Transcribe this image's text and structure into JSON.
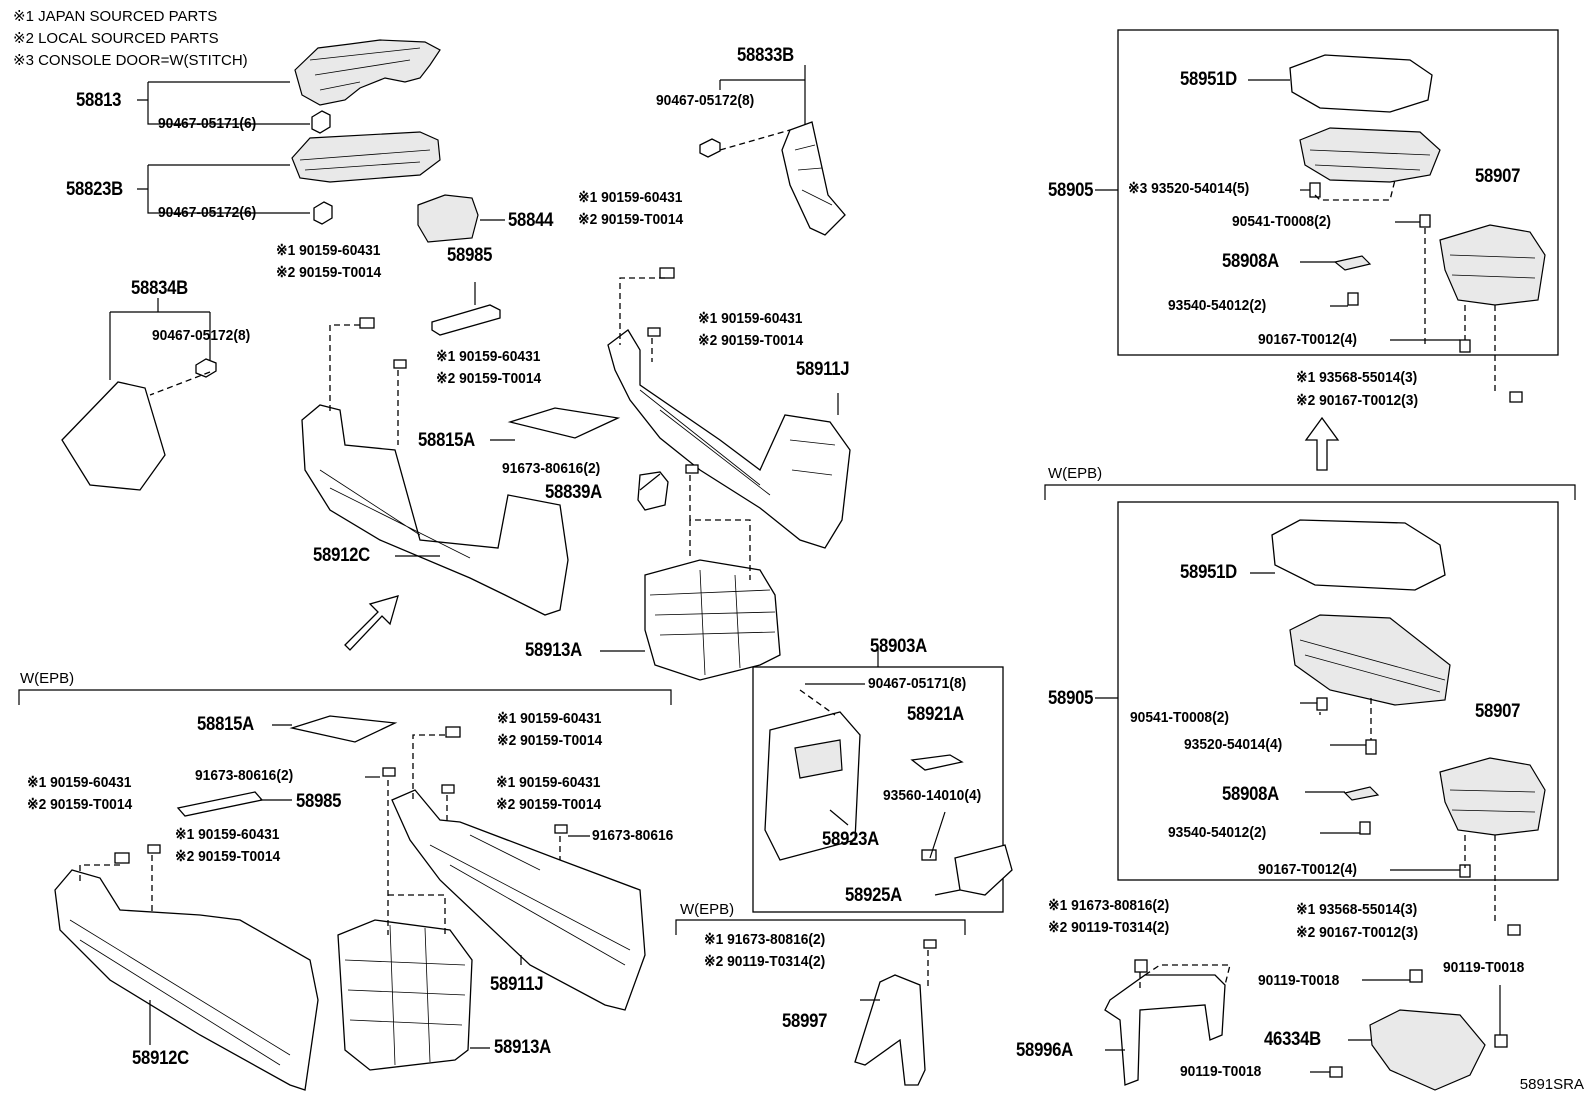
{
  "notes": [
    "※1 JAPAN SOURCED PARTS",
    "※2 LOCAL SOURCED PARTS",
    "※3 CONSOLE DOOR=W(STITCH)"
  ],
  "drawing_code": "5891SRA",
  "sections": {
    "w_epb": "W(EPB)"
  },
  "labels": {
    "p58813": "58813",
    "p58813_screw": "90467-05171(6)",
    "p58823B": "58823B",
    "p58823B_clip": "90467-05172(6)",
    "p58844": "58844",
    "p58985_top": "58985",
    "p58834B": "58834B",
    "p58834B_clip": "90467-05172(8)",
    "p58833B": "58833B",
    "p58833B_clip": "90467-05172(8)",
    "a1_1": "※1 90159-60431",
    "a1_2": "※2 90159-T0014",
    "a2_1": "※1 90159-60431",
    "a2_2": "※2 90159-T0014",
    "a3_1": "※1 90159-60431",
    "a3_2": "※2 90159-T0014",
    "a4_1": "※1 90159-60431",
    "a4_2": "※2 90159-T0014",
    "p58911J_top": "58911J",
    "p58815A_top": "58815A",
    "p91673_top": "91673-80616(2)",
    "p58839A": "58839A",
    "p58912C_top": "58912C",
    "p58913A_top": "58913A",
    "p58903A": "58903A",
    "p90467_box": "90467-05171(8)",
    "p58921A": "58921A",
    "p93560": "93560-14010(4)",
    "p58923A": "58923A",
    "p58925A": "58925A",
    "p58815A_bot": "58815A",
    "b1_1": "※1 90159-60431",
    "b1_2": "※2 90159-T0014",
    "p91673_bot": "91673-80616(2)",
    "p58985_bot": "58985",
    "b2_1": "※1 90159-60431",
    "b2_2": "※2 90159-T0014",
    "b3_1": "※1 90159-60431",
    "b3_2": "※2 90159-T0014",
    "b4_1": "※1 90159-60431",
    "b4_2": "※2 90159-T0014",
    "p91673_single": "91673-80616",
    "p58911J_bot": "58911J",
    "p58912C_bot": "58912C",
    "p58913A_bot": "58913A",
    "c1": "※1 91673-80816(2)",
    "c2": "※2 90119-T0314(2)",
    "p58997": "58997",
    "r_58951D_top": "58951D",
    "r_58905_top": "58905",
    "r_393520": "※3 93520-54014(5)",
    "r_58907_top": "58907",
    "r_90541_top": "90541-T0008(2)",
    "r_58908A_top": "58908A",
    "r_93540_top": "93540-54012(2)",
    "r_90167_top": "90167-T0012(4)",
    "r_93568_1": "※1 93568-55014(3)",
    "r_93568_2": "※2 90167-T0012(3)",
    "r_58951D_bot": "58951D",
    "r_58905_bot": "58905",
    "r_90541_bot": "90541-T0008(2)",
    "r_93520_bot": "93520-54014(4)",
    "r_58907_bot": "58907",
    "r_58908A_bot": "58908A",
    "r_93540_bot": "93540-54012(2)",
    "r_90167_bot": "90167-T0012(4)",
    "r_93568_3": "※1 93568-55014(3)",
    "r_90167_3": "※2 90167-T0012(3)",
    "d1": "※1 91673-80816(2)",
    "d2": "※2 90119-T0314(2)",
    "p90119_a": "90119-T0018",
    "p90119_b": "90119-T0018",
    "p58996A": "58996A",
    "p46334B": "46334B",
    "p90119_c": "90119-T0018"
  }
}
